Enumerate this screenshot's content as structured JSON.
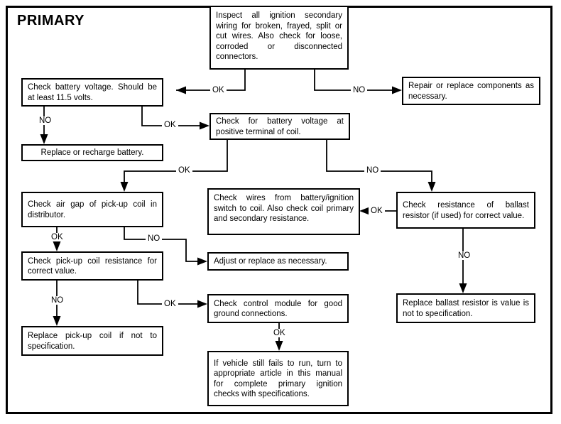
{
  "diagram": {
    "title": "PRIMARY",
    "type": "troubleshooting-flowchart",
    "nodes": [
      {
        "id": "inspect-secondary-wiring",
        "text": "Inspect all ignition secondary wiring for broken, frayed, split or cut wires. Also check for loose, corroded or disconnected connectors."
      },
      {
        "id": "check-battery-voltage",
        "text": "Check battery voltage. Should be at least 11.5 volts."
      },
      {
        "id": "repair-replace-components",
        "text": "Repair or replace components as necessary."
      },
      {
        "id": "replace-recharge-battery",
        "text": "Replace or recharge battery."
      },
      {
        "id": "check-battery-voltage-coil",
        "text": "Check for battery voltage at positive terminal of coil."
      },
      {
        "id": "check-air-gap",
        "text": "Check air gap of pick-up coil in distributor."
      },
      {
        "id": "check-wires-battery-ignition",
        "text": "Check wires from battery/ignition switch to coil. Also check coil primary and secondary resistance."
      },
      {
        "id": "check-ballast-resistance",
        "text": "Check resistance of ballast resistor (if used) for correct value."
      },
      {
        "id": "check-pickup-coil-resistance",
        "text": "Check pick-up coil resistance for correct value."
      },
      {
        "id": "adjust-or-replace",
        "text": "Adjust or replace as necessary."
      },
      {
        "id": "replace-ballast-resistor",
        "text": "Replace ballast resistor is value is not to specification."
      },
      {
        "id": "replace-pickup-coil",
        "text": "Replace pick-up coil if not to specification."
      },
      {
        "id": "check-control-module",
        "text": "Check control module for good ground connections."
      },
      {
        "id": "vehicle-still-fails",
        "text": "If vehicle still fails to run, turn to appropriate article in this manual for complete primary ignition checks with specifications."
      }
    ],
    "edge_labels": {
      "ok1": "OK",
      "no1": "NO",
      "no2": "NO",
      "ok2": "OK",
      "ok3": "OK",
      "no3": "NO",
      "ok4": "OK",
      "no4": "NO",
      "ok5": "OK",
      "no5": "NO",
      "ok6": "OK",
      "no6": "NO",
      "ok7": "OK"
    },
    "colors": {
      "line": "#000000",
      "background": "#ffffff",
      "text": "#000000"
    }
  }
}
